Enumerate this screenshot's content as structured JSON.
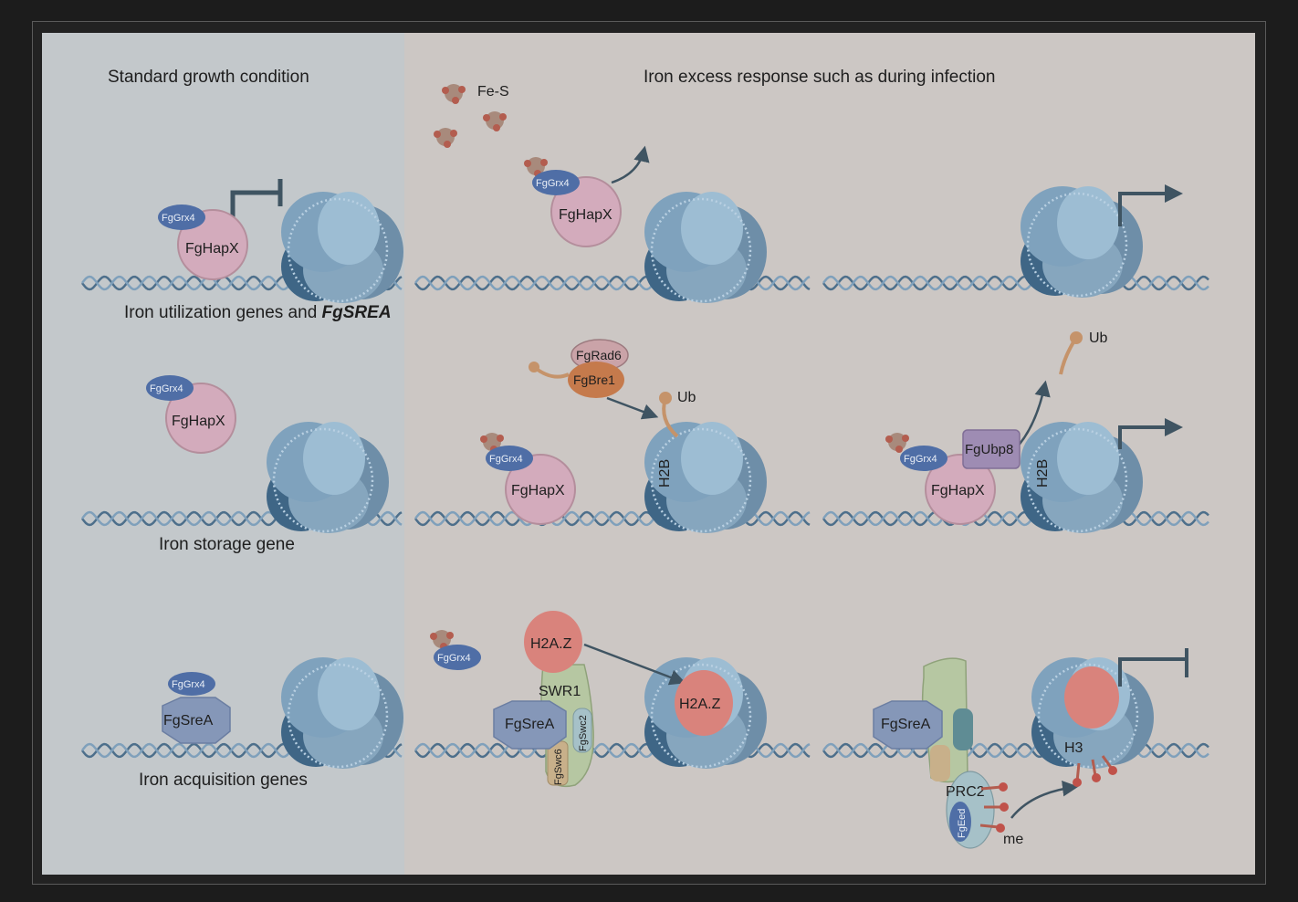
{
  "panels": {
    "left_title": "Standard growth condition",
    "right_title": "Iron excess response such as during infection"
  },
  "genes": {
    "row1": "Iron utilization genes and ",
    "row1_italic": "FgSREA",
    "row2": "Iron storage gene",
    "row3": "Iron acquisition genes"
  },
  "labels": {
    "fes": "Fe-S",
    "grx4": "FgGrx4",
    "hapx": "FgHapX",
    "srea": "FgSreA",
    "rad6": "FgRad6",
    "bre1": "FgBre1",
    "ubp8": "FgUbp8",
    "ub": "Ub",
    "h2b": "H2B",
    "h2az": "H2A.Z",
    "swr1": "SWR1",
    "swc2": "FgSwc2",
    "swc6": "FgSwc6",
    "prc2": "PRC2",
    "eed": "FgEed",
    "h3": "H3",
    "me": "me"
  },
  "colors": {
    "left_bg": "#c3c8cb",
    "right_bg": "#ccc7c4",
    "nucleosome": "#7fa2bd",
    "hapx": "#d3abbc",
    "grx4": "#4f6ea6",
    "srea": "#8597b8",
    "bre1": "#c57a4c",
    "rad6": "#caa3a8",
    "ubp8": "#9e8cb3",
    "h2az": "#d9837c",
    "swr1": "#b6c7a2",
    "prc2": "#a6c1c8",
    "iron": "#b35d4f"
  }
}
